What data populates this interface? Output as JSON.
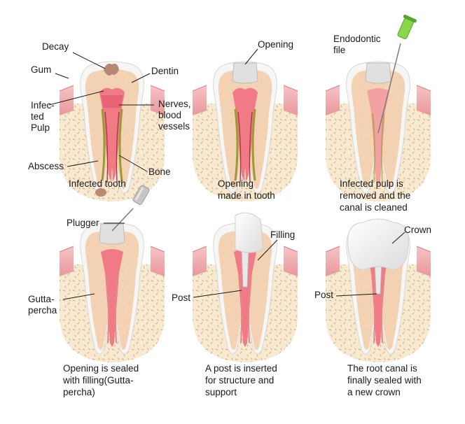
{
  "colors": {
    "gum": "#f3b6b9",
    "gum_dark": "#e4868c",
    "bone": "#f7ead0",
    "bone_speck": "#d9a27a",
    "enamel": "#f6f6f4",
    "dentin": "#f4d2b4",
    "pulp_healthy": "#f3a2a2",
    "pulp_infected": "#f07a86",
    "nerve_green": "#9c9a34",
    "decay": "#b58a74",
    "abscess": "#b98974",
    "filling": "#e0e0e0",
    "crown": "#fbfbfb",
    "post": "#e9e9e9",
    "endo_file": "#88d64a",
    "plugger": "#c7c7c7"
  },
  "panels": [
    {
      "id": "infected",
      "caption": "Infected tooth",
      "labels": {
        "decay": "Decay",
        "gum": "Gum",
        "dentin": "Dentin",
        "infected_pulp": "Infec-\nted\nPulp",
        "nerves": "Nerves,\nblood\nvessels",
        "abscess": "Abscess",
        "bone": "Bone"
      }
    },
    {
      "id": "opening",
      "caption": "Opening\nmade in tooth",
      "labels": {
        "opening": "Opening"
      }
    },
    {
      "id": "cleaning",
      "caption": "Infected pulp is\nremoved and the\ncanal is cleaned",
      "labels": {
        "file": "Endodontic\nfile"
      }
    },
    {
      "id": "sealing",
      "caption": "Opening is sealed\nwith filling(Gutta-\npercha)",
      "labels": {
        "plugger": "Plugger",
        "gutta": "Gutta-\npercha"
      }
    },
    {
      "id": "post",
      "caption": "A post is inserted\nfor structure and\nsupport",
      "labels": {
        "filling": "Filling",
        "post": "Post"
      }
    },
    {
      "id": "crown",
      "caption": "The root canal is\nfinally sealed with\na new crown",
      "labels": {
        "crown": "Crown",
        "post": "Post"
      }
    }
  ]
}
